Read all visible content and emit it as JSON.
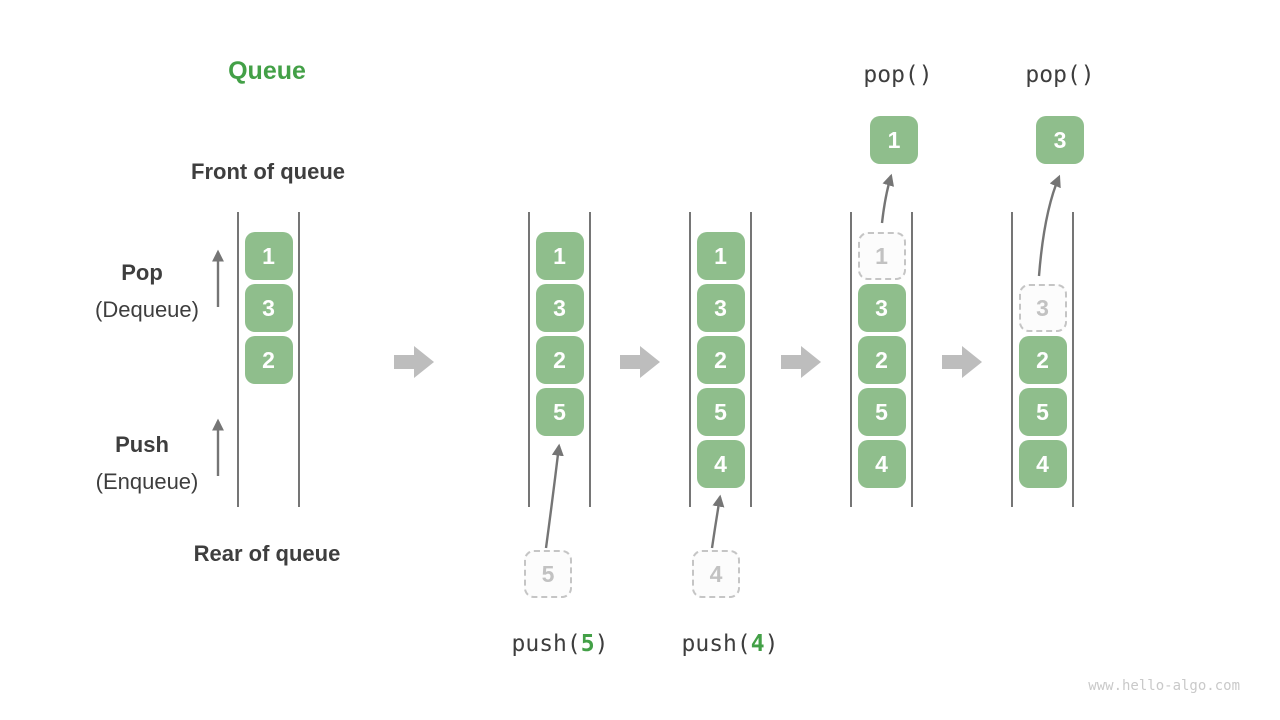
{
  "title": "Queue",
  "watermark": "www.hello-algo.com",
  "labels": {
    "front_of_queue": "Front of queue",
    "rear_of_queue": "Rear of queue",
    "pop": "Pop",
    "pop_sub": "(Dequeue)",
    "push": "Push",
    "push_sub": "(Enqueue)"
  },
  "operations": {
    "pops": [
      {
        "label": "pop()",
        "result": "1"
      },
      {
        "label": "pop()",
        "result": "3"
      }
    ],
    "pushes": [
      {
        "label_prefix": "push(",
        "arg": "5",
        "label_suffix": ")"
      },
      {
        "label_prefix": "push(",
        "arg": "4",
        "label_suffix": ")"
      }
    ]
  },
  "states": [
    {
      "name": "initial",
      "cells": [
        {
          "slot": 0,
          "value": "1",
          "dashed": false
        },
        {
          "slot": 1,
          "value": "3",
          "dashed": false
        },
        {
          "slot": 2,
          "value": "2",
          "dashed": false
        }
      ]
    },
    {
      "name": "after-push-5",
      "cells": [
        {
          "slot": 0,
          "value": "1",
          "dashed": false
        },
        {
          "slot": 1,
          "value": "3",
          "dashed": false
        },
        {
          "slot": 2,
          "value": "2",
          "dashed": false
        },
        {
          "slot": 3,
          "value": "5",
          "dashed": false
        }
      ]
    },
    {
      "name": "after-push-4",
      "cells": [
        {
          "slot": 0,
          "value": "1",
          "dashed": false
        },
        {
          "slot": 1,
          "value": "3",
          "dashed": false
        },
        {
          "slot": 2,
          "value": "2",
          "dashed": false
        },
        {
          "slot": 3,
          "value": "5",
          "dashed": false
        },
        {
          "slot": 4,
          "value": "4",
          "dashed": false
        }
      ]
    },
    {
      "name": "popping-1",
      "cells": [
        {
          "slot": 0,
          "value": "1",
          "dashed": true
        },
        {
          "slot": 1,
          "value": "3",
          "dashed": false
        },
        {
          "slot": 2,
          "value": "2",
          "dashed": false
        },
        {
          "slot": 3,
          "value": "5",
          "dashed": false
        },
        {
          "slot": 4,
          "value": "4",
          "dashed": false
        }
      ]
    },
    {
      "name": "popping-3",
      "cells": [
        {
          "slot": 1,
          "value": "3",
          "dashed": true
        },
        {
          "slot": 2,
          "value": "2",
          "dashed": false
        },
        {
          "slot": 3,
          "value": "5",
          "dashed": false
        },
        {
          "slot": 4,
          "value": "4",
          "dashed": false
        }
      ]
    }
  ],
  "colors": {
    "green_box": "#8fbe8c",
    "green_accent": "#43a047",
    "text_dark": "#3e3e3e",
    "arrow_gray": "#757575",
    "block_arrow": "#bdbdbd",
    "line_gray": "#666666",
    "dashed_border": "#c5c5c5",
    "dashed_fill": "#fcfcfc",
    "dashed_text": "#c2c2c2",
    "watermark_gray": "#c9c9c9"
  }
}
